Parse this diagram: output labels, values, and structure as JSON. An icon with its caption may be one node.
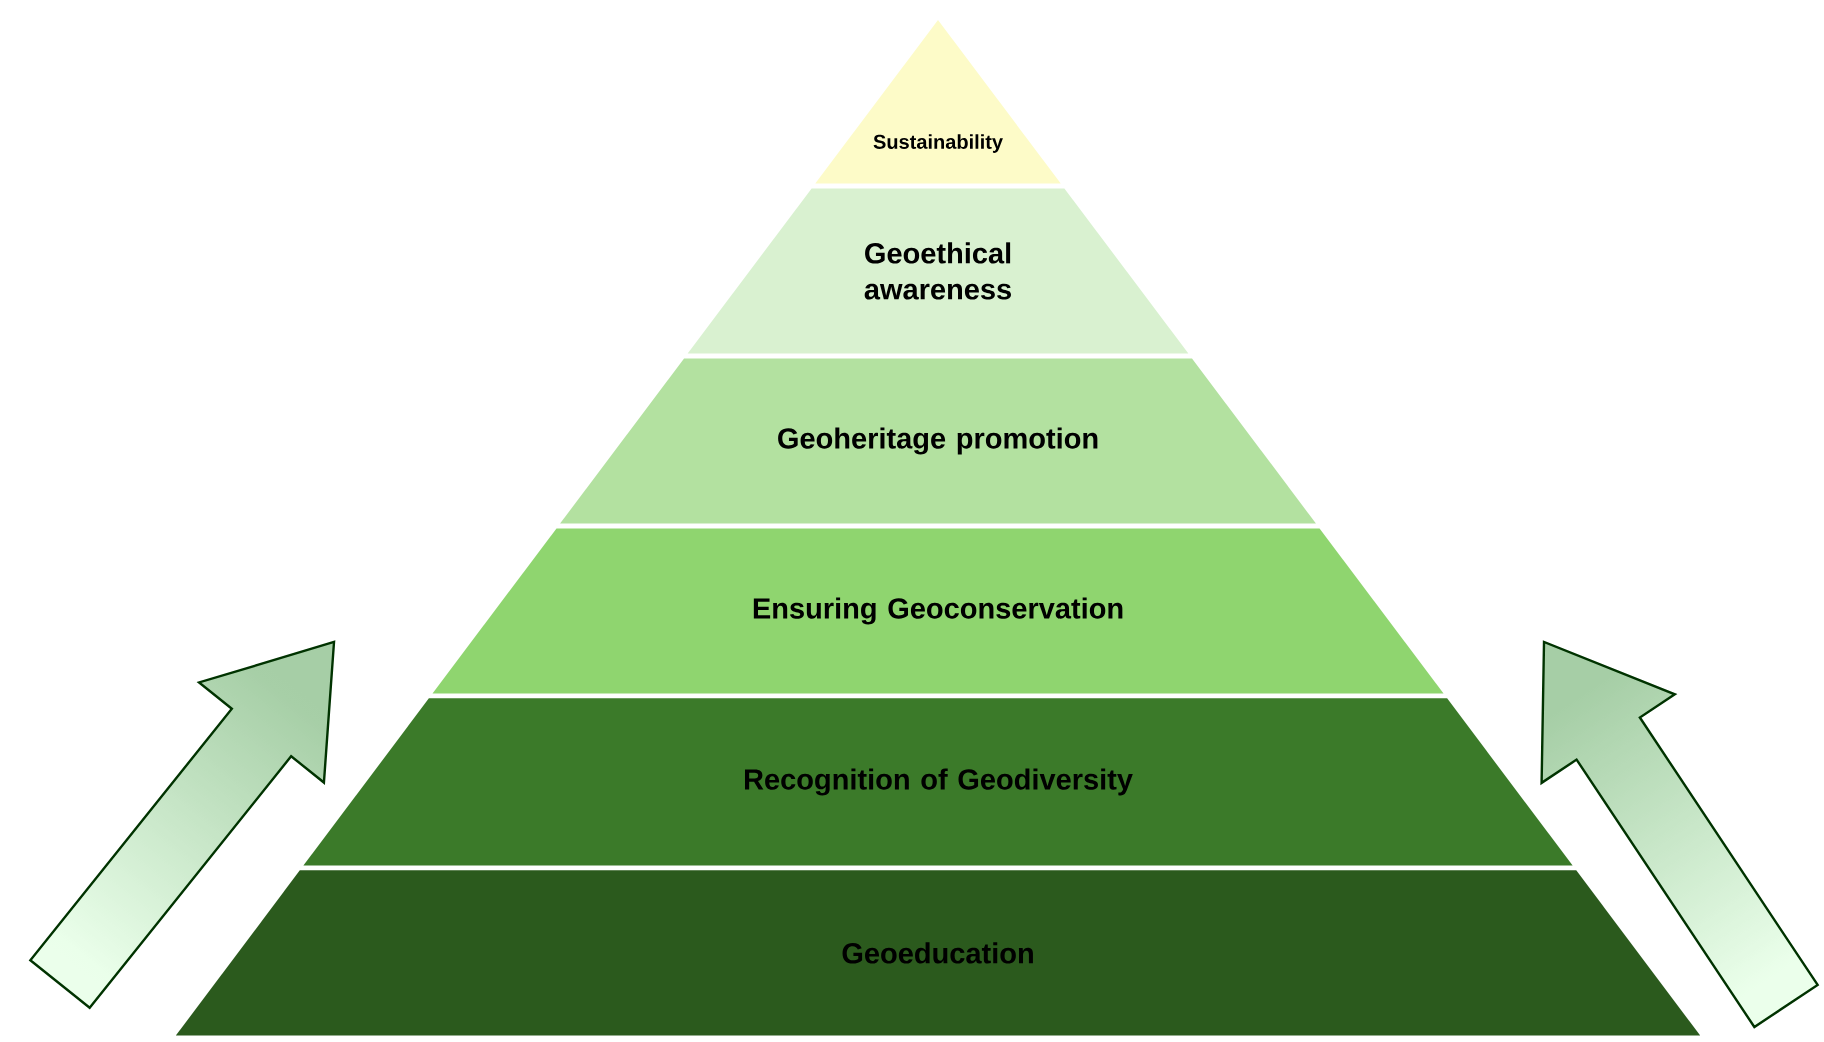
{
  "diagram": {
    "nodes": [
      {
        "text": [
          "Sustainability"
        ]
      },
      {
        "text": [
          "Geoethical awareness"
        ]
      },
      {
        "text": [
          "Geoheritage promotion"
        ]
      },
      {
        "text": [
          "Ensuring Geoconservation"
        ]
      },
      {
        "text": [
          "Recognition of Geodiversity"
        ]
      },
      {
        "text": [
          "Geoeducation"
        ]
      }
    ]
  }
}
